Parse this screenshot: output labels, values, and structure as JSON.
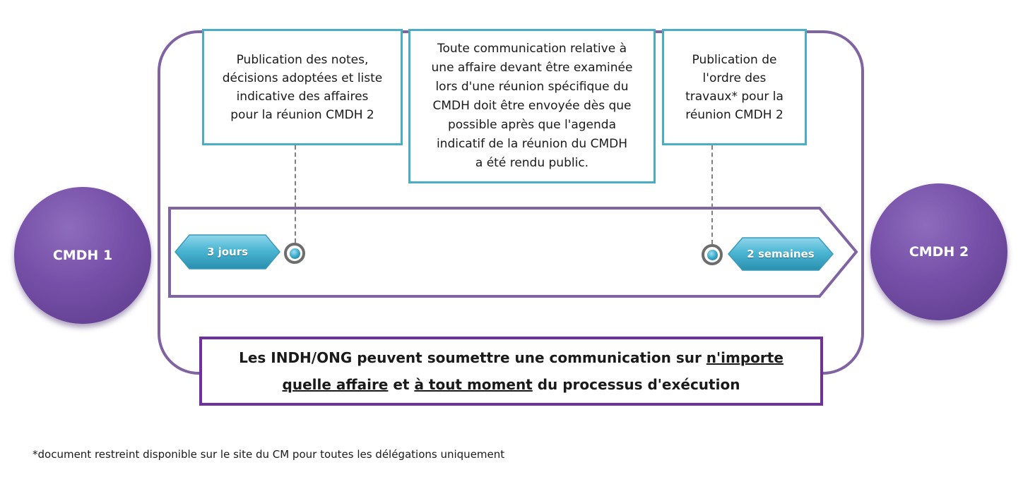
{
  "colors": {
    "frame": "#8064a2",
    "box_border": "#4bacc6",
    "circle": "#7650a8",
    "pill": "#4bacc6",
    "statement_border": "#7030a0"
  },
  "boxes": {
    "box1": "Publication des notes,\ndécisions adoptées et liste\nindicative des affaires\npour la réunion CMDH 2",
    "box2": "Toute communication relative à\nune affaire devant être examinée\nlors d'une réunion spécifique du\nCMDH doit être envoyée dès que\npossible après que l'agenda\nindicatif de la réunion du CMDH\na été rendu public.",
    "box3": "Publication de\nl'ordre des\ntravaux* pour la\nréunion CMDH 2"
  },
  "pills": {
    "left": "3 jours",
    "right": "2 semaines"
  },
  "circles": {
    "left": "CMDH 1",
    "right": "CMDH 2"
  },
  "statement": {
    "part1": "Les INDH/ONG peuvent soumettre une communication sur ",
    "u1": "n'importe quelle affaire",
    "part2": " et ",
    "u2": "à tout moment",
    "part3": " du processus d'exécution"
  },
  "footnote": "*document restreint disponible sur le site du CM pour toutes les délégations uniquement"
}
